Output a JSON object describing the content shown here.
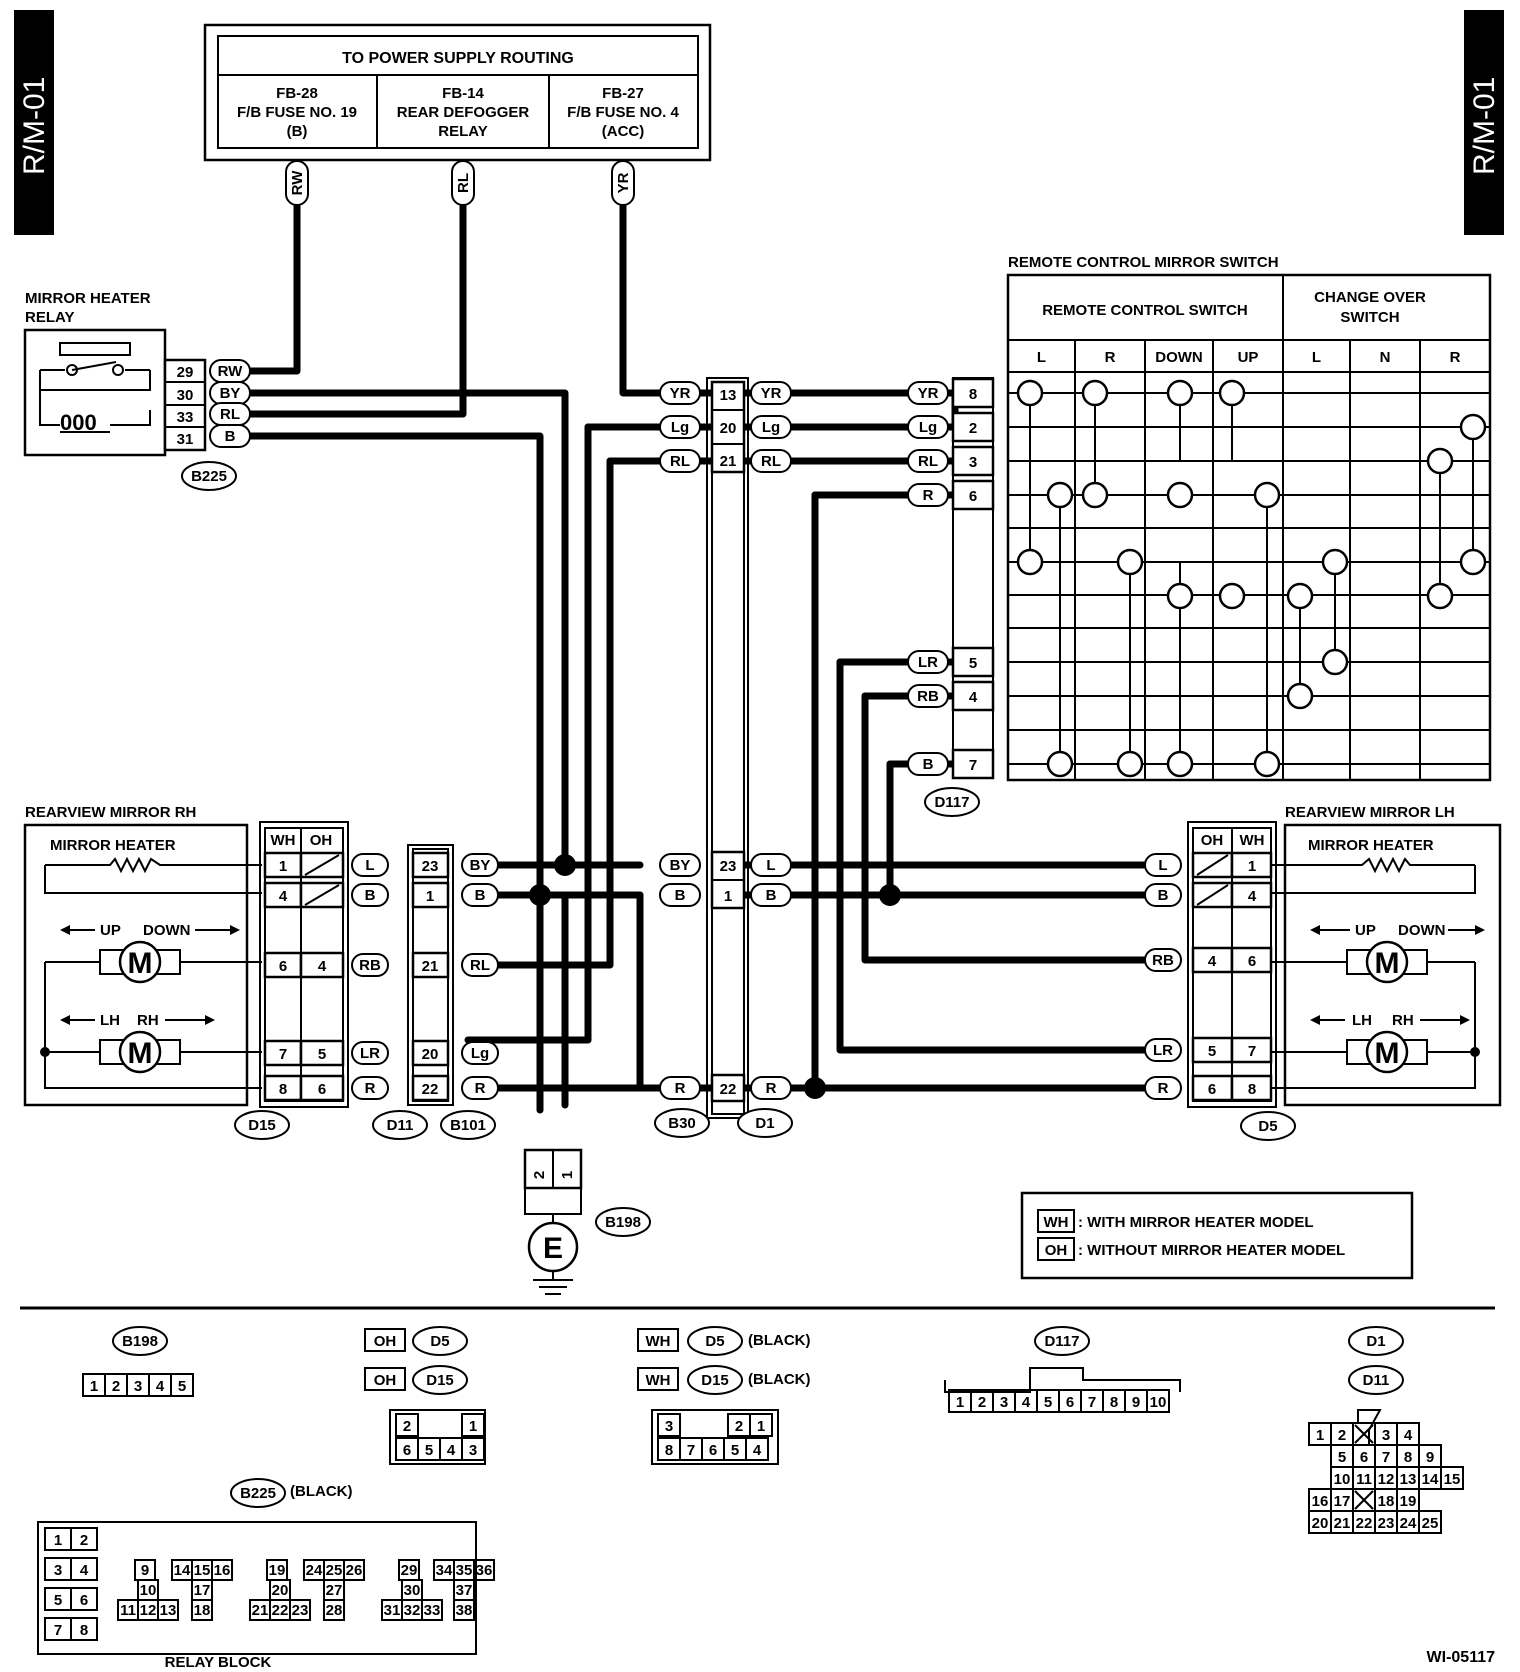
{
  "page_tab": "R/M-01",
  "diagram_code": "WI-05117",
  "power_supply": {
    "title": "TO POWER SUPPLY ROUTING",
    "col1": [
      "FB-28",
      "F/B FUSE NO. 19",
      "(B)"
    ],
    "col2": [
      "FB-14",
      "REAR DEFOGGER",
      "RELAY"
    ],
    "col3": [
      "FB-27",
      "F/B FUSE NO. 4",
      "(ACC)"
    ],
    "wires": [
      "RW",
      "RL",
      "YR"
    ]
  },
  "mirror_heater_relay": {
    "title": [
      "MIRROR HEATER",
      "RELAY"
    ],
    "connector": "B225",
    "pins": [
      "29",
      "30",
      "33",
      "31"
    ],
    "wires": [
      "RW",
      "BY",
      "RL",
      "B"
    ]
  },
  "switch": {
    "title": "REMOTE CONTROL MIRROR SWITCH",
    "remote_label": "REMOTE CONTROL SWITCH",
    "change_label": [
      "CHANGE OVER",
      "SWITCH"
    ],
    "cols": [
      "L",
      "R",
      "DOWN",
      "UP",
      "L",
      "N",
      "R"
    ],
    "connector": "D117",
    "pins": [
      "8",
      "2",
      "3",
      "6",
      "5",
      "4",
      "7"
    ],
    "wires": [
      "YR",
      "Lg",
      "RL",
      "R",
      "LR",
      "RB",
      "B"
    ]
  },
  "junction_d1": {
    "pins": [
      "13",
      "20",
      "21"
    ],
    "left_wires": [
      "YR",
      "Lg",
      "RL"
    ],
    "right_wires": [
      "YR",
      "Lg",
      "RL"
    ],
    "lower_pins": [
      "23",
      "1",
      "22"
    ],
    "lower_left_wires": [
      "BY",
      "B",
      "R"
    ],
    "lower_right_wires": [
      "L",
      "B",
      "R"
    ]
  },
  "mirror_rh": {
    "title": "REARVIEW MIRROR RH",
    "heater": "MIRROR HEATER",
    "updown": [
      "UP",
      "DOWN"
    ],
    "lhrh": [
      "LH",
      "RH"
    ],
    "motor": "M",
    "hdr": [
      "WH",
      "OH"
    ],
    "wh_pins": [
      "1",
      "4",
      "6",
      "7",
      "8"
    ],
    "oh_pins": [
      "",
      "",
      "4",
      "5",
      "6"
    ],
    "wires": [
      "L",
      "B",
      "RB",
      "LR",
      "R"
    ],
    "d11_pins": [
      "23",
      "1",
      "21",
      "20",
      "22"
    ],
    "b101_wires": [
      "BY",
      "B",
      "RL",
      "Lg",
      "R"
    ]
  },
  "mirror_lh": {
    "title": "REARVIEW MIRROR LH",
    "heater": "MIRROR HEATER",
    "updown": [
      "UP",
      "DOWN"
    ],
    "lhrh": [
      "LH",
      "RH"
    ],
    "motor": "M",
    "hdr": [
      "OH",
      "WH"
    ],
    "oh_pins": [
      "",
      "",
      "4",
      "5",
      "6"
    ],
    "wh_pins": [
      "1",
      "4",
      "6",
      "7",
      "8"
    ],
    "wires": [
      "L",
      "B",
      "RB",
      "LR",
      "R"
    ]
  },
  "connectors": {
    "d15": "D15",
    "d11": "D11",
    "b101": "B101",
    "b30": "B30",
    "d1": "D1",
    "d5": "D5",
    "b198": "B198",
    "d117": "D117",
    "b225": "B225"
  },
  "ground": {
    "label": "E",
    "pins": [
      "2",
      "1"
    ]
  },
  "legend": {
    "wh_code": "WH",
    "wh_text": ": WITH MIRROR HEATER MODEL",
    "oh_code": "OH",
    "oh_text": ": WITHOUT MIRROR HEATER MODEL"
  },
  "lower": {
    "black": "(BLACK)",
    "relay_block": "RELAY BLOCK",
    "b198_pins": [
      "1",
      "2",
      "3",
      "4",
      "5"
    ],
    "d5oh_pins_top": [
      "2",
      "1"
    ],
    "d5oh_pins_bottom": [
      "6",
      "5",
      "4",
      "3"
    ],
    "d5wh_pins_top": [
      "3",
      "2",
      "1"
    ],
    "d5wh_pins_bottom": [
      "8",
      "7",
      "6",
      "5",
      "4"
    ],
    "d117_pins": [
      "1",
      "2",
      "3",
      "4",
      "5",
      "6",
      "7",
      "8",
      "9",
      "10"
    ],
    "d1_rows": [
      [
        "1",
        "2",
        "",
        "3",
        "4"
      ],
      [
        "5",
        "6",
        "7",
        "8",
        "9"
      ],
      [
        "10",
        "11",
        "12",
        "13",
        "14",
        "15"
      ],
      [
        "16",
        "17",
        "",
        "18",
        "19"
      ],
      [
        "20",
        "21",
        "22",
        "23",
        "24",
        "25"
      ]
    ],
    "relay_left": [
      [
        "1",
        "2"
      ],
      [
        "3",
        "4"
      ],
      [
        "5",
        "6"
      ],
      [
        "7",
        "8"
      ]
    ],
    "relay_groups": [
      {
        "top": [
          "9"
        ],
        "mid": [
          "10"
        ],
        "bot": [
          "11",
          "12",
          "13"
        ]
      },
      {
        "top": [
          "14",
          "15",
          "16"
        ],
        "mid": [
          "17"
        ],
        "bot": [
          "18"
        ]
      },
      {
        "top": [
          "19"
        ],
        "mid": [
          "20"
        ],
        "bot": [
          "21",
          "22",
          "23"
        ]
      },
      {
        "top": [
          "24",
          "25",
          "26"
        ],
        "mid": [
          "27"
        ],
        "bot": [
          "28"
        ]
      },
      {
        "top": [
          "29"
        ],
        "mid": [
          "30"
        ],
        "bot": [
          "31",
          "32",
          "33"
        ]
      },
      {
        "top": [
          "34",
          "35",
          "36"
        ],
        "mid": [
          "37"
        ],
        "bot": [
          "38"
        ]
      }
    ]
  }
}
